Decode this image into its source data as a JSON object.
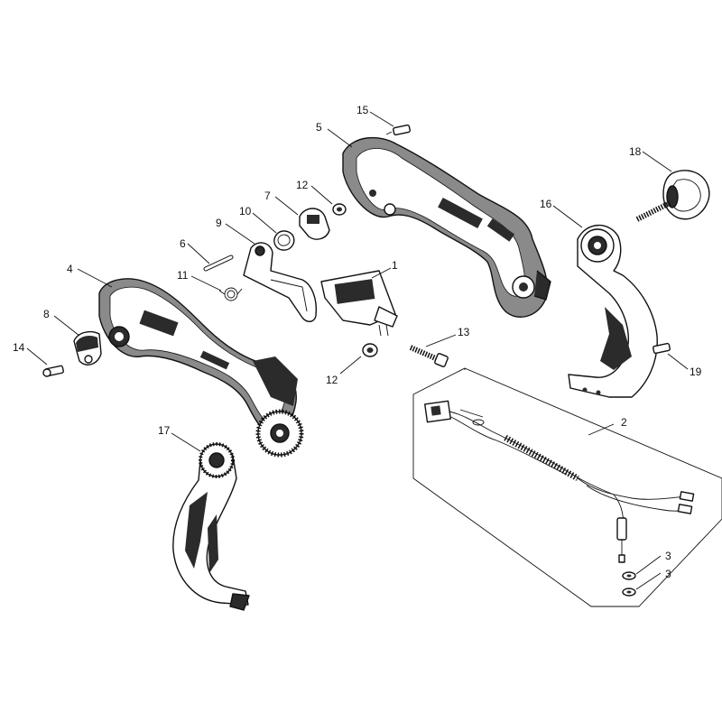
{
  "callouts": {
    "c1": "1",
    "c2": "2",
    "c3a": "3",
    "c3b": "3",
    "c4": "4",
    "c5": "5",
    "c6": "6",
    "c7": "7",
    "c8": "8",
    "c9": "9",
    "c10": "10",
    "c11": "11",
    "c12a": "12",
    "c12b": "12",
    "c13": "13",
    "c14": "14",
    "c15": "15",
    "c16": "16",
    "c17": "17",
    "c18": "18",
    "c19": "19"
  }
}
